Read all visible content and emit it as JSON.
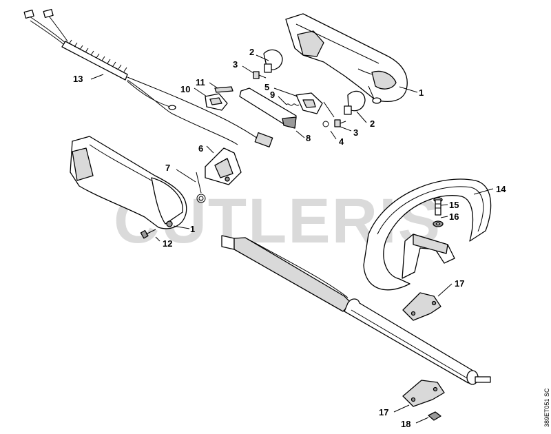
{
  "watermark": "CUTLERIS",
  "document_id": "389ET051 SC",
  "callouts": {
    "c1a": "1",
    "c1b": "1",
    "c2a": "2",
    "c2b": "2",
    "c3a": "3",
    "c3b": "3",
    "c4": "4",
    "c5": "5",
    "c6": "6",
    "c7": "7",
    "c8": "8",
    "c9": "9",
    "c10": "10",
    "c11": "11",
    "c12": "12",
    "c13": "13",
    "c14": "14",
    "c15": "15",
    "c16": "16",
    "c17a": "17",
    "c17b": "17",
    "c18": "18"
  }
}
